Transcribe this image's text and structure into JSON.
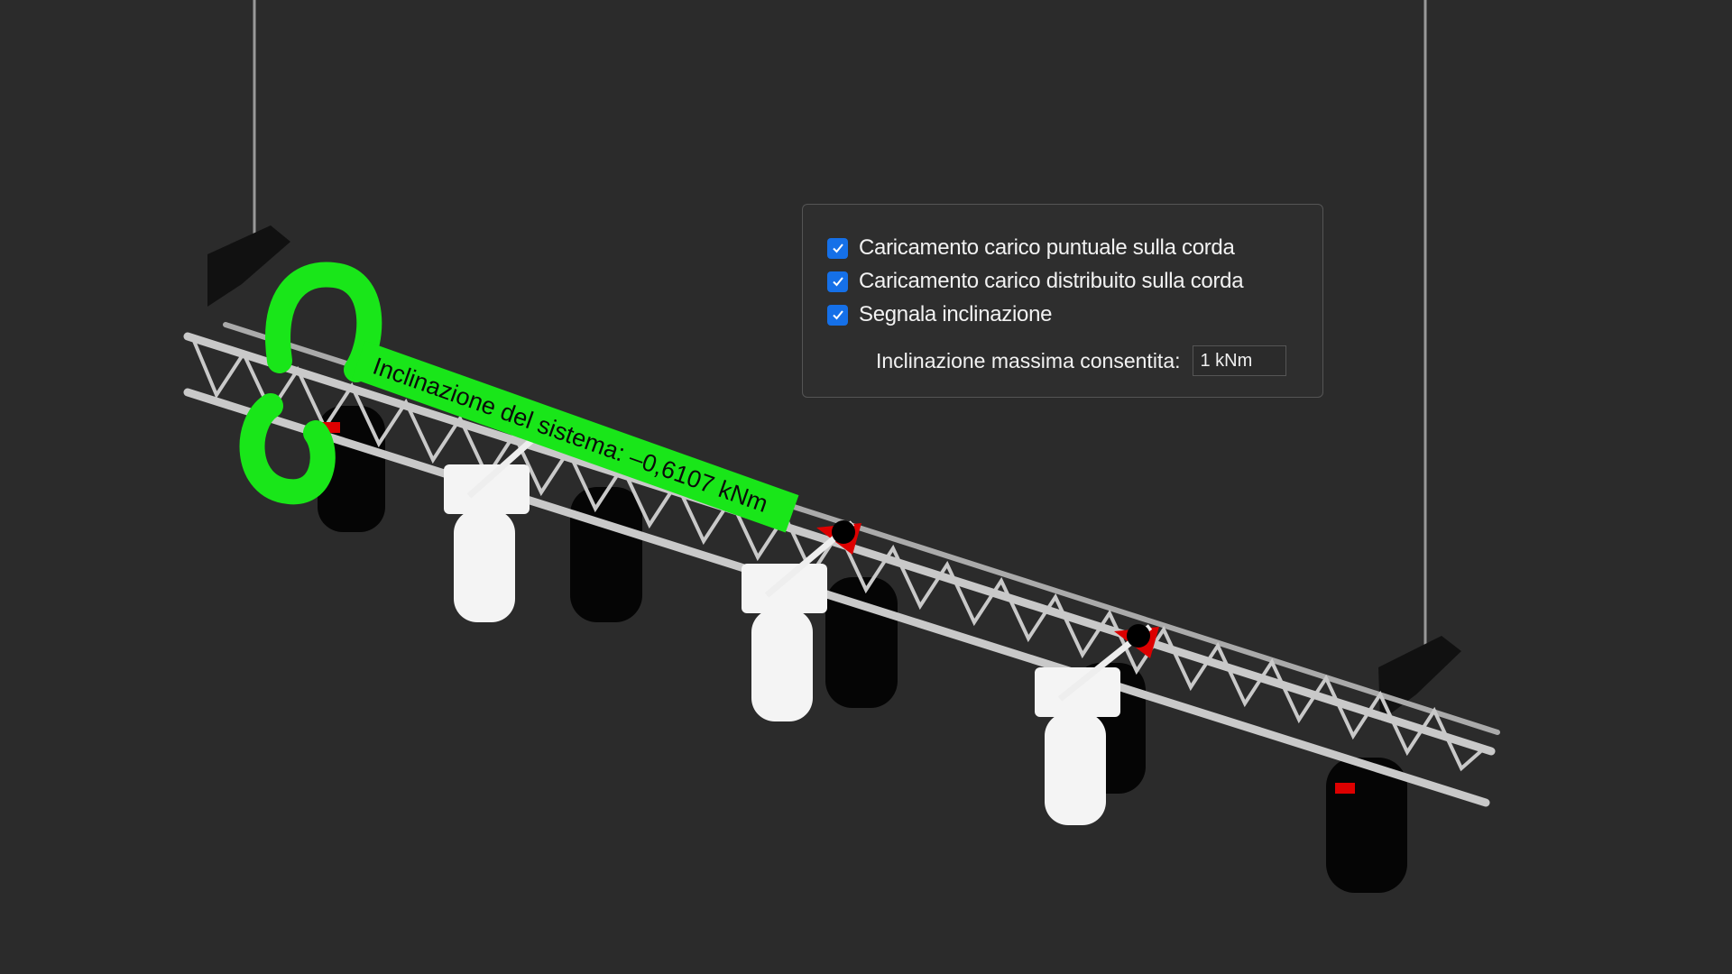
{
  "options": {
    "items": [
      {
        "label": "Caricamento carico puntuale sulla corda",
        "checked": true
      },
      {
        "label": "Caricamento carico distribuito sulla corda",
        "checked": true
      },
      {
        "label": "Segnala inclinazione",
        "checked": true
      }
    ],
    "max_tilt_label": "Inclinazione massima consentita:",
    "max_tilt_value": "1 kNm"
  },
  "scene": {
    "tilt_label": "Inclinazione del sistema: –0,6107 kNm"
  },
  "colors": {
    "background": "#2b2b2b",
    "checkbox": "#1570e8",
    "tilt_indicator": "#19e619",
    "truss": "#c8c8c8"
  }
}
